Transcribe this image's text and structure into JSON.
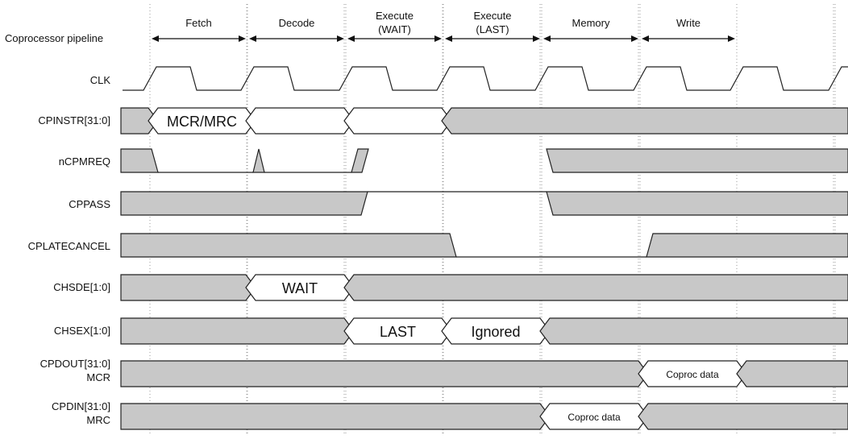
{
  "header": {
    "pipeline_label": "Coprocessor pipeline",
    "stages": [
      "Fetch",
      "Decode",
      "Execute\n(WAIT)",
      "Execute\n(LAST)",
      "Memory",
      "Write"
    ]
  },
  "signals": [
    {
      "name": "CLK",
      "kind": "clock"
    },
    {
      "name": "CPINSTR[31:0]",
      "kind": "bus",
      "segments": [
        {
          "from": 0,
          "to": 1,
          "state": "gray"
        },
        {
          "from": 1,
          "to": 2,
          "state": "value",
          "text": "MCR/MRC"
        },
        {
          "from": 2,
          "to": 3,
          "state": "value",
          "text": ""
        },
        {
          "from": 3,
          "to": 4,
          "state": "value",
          "text": ""
        },
        {
          "from": 4,
          "to": 9,
          "state": "gray"
        }
      ]
    },
    {
      "name": "nCPMREQ",
      "kind": "control"
    },
    {
      "name": "CPPASS",
      "kind": "control"
    },
    {
      "name": "CPLATECANCEL",
      "kind": "control"
    },
    {
      "name": "CHSDE[1:0]",
      "kind": "bus",
      "segments": [
        {
          "from": 0,
          "to": 2,
          "state": "gray"
        },
        {
          "from": 2,
          "to": 3,
          "state": "value",
          "text": "WAIT"
        },
        {
          "from": 3,
          "to": 9,
          "state": "gray"
        }
      ]
    },
    {
      "name": "CHSEX[1:0]",
      "kind": "bus",
      "segments": [
        {
          "from": 0,
          "to": 3,
          "state": "gray"
        },
        {
          "from": 3,
          "to": 4,
          "state": "value",
          "text": "LAST"
        },
        {
          "from": 4,
          "to": 5,
          "state": "value",
          "text": "Ignored"
        },
        {
          "from": 5,
          "to": 9,
          "state": "gray"
        }
      ]
    },
    {
      "name": "CPDOUT[31:0]\nMCR",
      "kind": "bus",
      "segments": [
        {
          "from": 0,
          "to": 6,
          "state": "gray"
        },
        {
          "from": 6,
          "to": 7,
          "state": "value",
          "text": "Coproc data"
        },
        {
          "from": 7,
          "to": 9,
          "state": "gray"
        }
      ]
    },
    {
      "name": "CPDIN[31:0]\nMRC",
      "kind": "bus",
      "segments": [
        {
          "from": 0,
          "to": 5,
          "state": "gray"
        },
        {
          "from": 5,
          "to": 6,
          "state": "value",
          "text": "Coproc data"
        },
        {
          "from": 6,
          "to": 9,
          "state": "gray"
        }
      ]
    }
  ]
}
